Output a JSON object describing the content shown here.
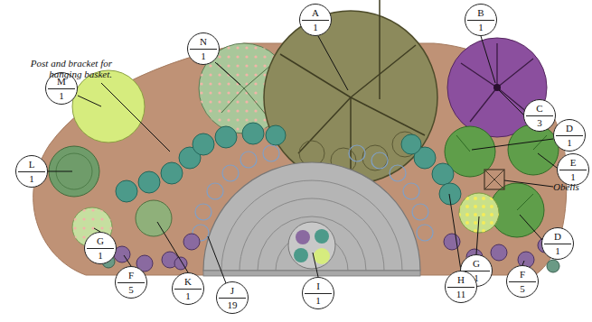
{
  "diagram": {
    "nodes": [
      {
        "text": [
          "A",
          "1"
        ]
      },
      {
        "text": [
          "B",
          "1"
        ]
      },
      {
        "text": [
          "N",
          "1"
        ]
      },
      {
        "text": [
          "M",
          "1"
        ]
      },
      {
        "text": [
          "C",
          "3"
        ]
      },
      {
        "text": [
          "D",
          "1"
        ]
      },
      {
        "text": [
          "E",
          "1"
        ]
      },
      {
        "text": [
          "L",
          "1"
        ]
      },
      {
        "text": [
          "D",
          "1"
        ]
      },
      {
        "text": [
          "G",
          "1"
        ]
      },
      {
        "text": [
          "G",
          "1"
        ]
      },
      {
        "text": [
          "K",
          "1"
        ]
      },
      {
        "text": [
          "F",
          "5"
        ]
      },
      {
        "text": [
          "F",
          "5"
        ]
      },
      {
        "text": [
          "H",
          "11"
        ]
      },
      {
        "text": [
          "I",
          "1"
        ]
      },
      {
        "text": [
          "J",
          "19"
        ]
      }
    ],
    "labels": [
      "Post and bracket for hanging basket.",
      "Obelis"
    ]
  }
}
